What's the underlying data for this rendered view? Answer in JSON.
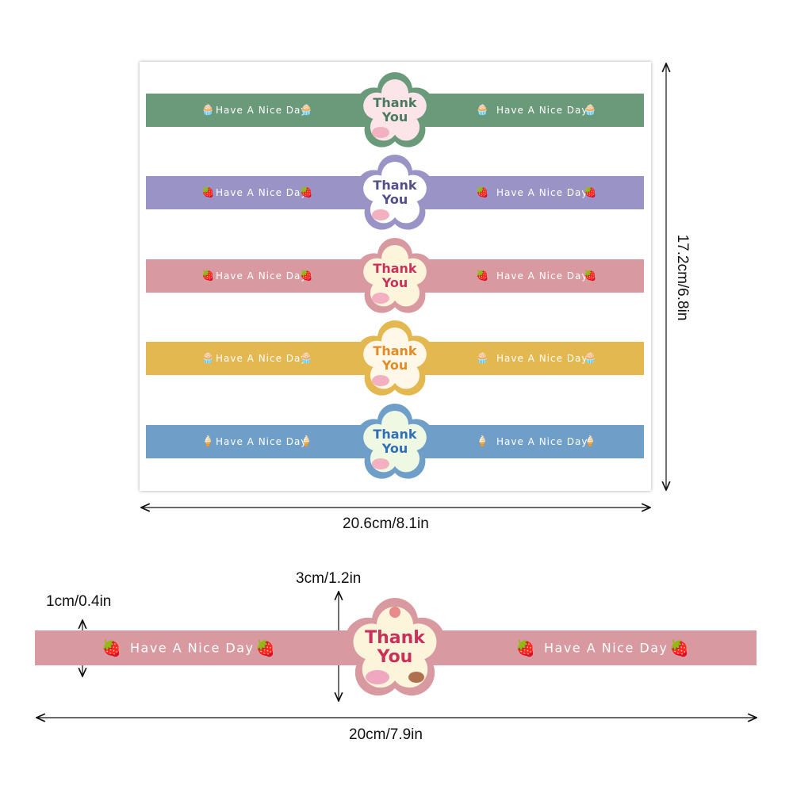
{
  "sheet": {
    "bands": [
      {
        "color": "#6a9a7a",
        "flower_color": "#6a9a7a",
        "center_color": "#fbe5e8",
        "ty_color": "#4a7a5e",
        "text": "Have A Nice Day",
        "deco": "🧁"
      },
      {
        "color": "#9a94c6",
        "flower_color": "#9a94c6",
        "center_color": "#ffffff",
        "ty_color": "#544f8a",
        "text": "Have A Nice Day",
        "deco": "🍓"
      },
      {
        "color": "#d89aa0",
        "flower_color": "#d89aa0",
        "center_color": "#fdf4dc",
        "ty_color": "#c9315a",
        "text": "Have A Nice Day",
        "deco": "🍓"
      },
      {
        "color": "#e4b850",
        "flower_color": "#e4b850",
        "center_color": "#fff7e8",
        "ty_color": "#e58a22",
        "text": "Have A Nice Day",
        "deco": "🧁"
      },
      {
        "color": "#6f9fc8",
        "flower_color": "#6f9fc8",
        "center_color": "#eff8e3",
        "ty_color": "#2f6fb8",
        "text": "Have A Nice Day",
        "deco": "🍦"
      }
    ],
    "thank": "Thank",
    "you": "You"
  },
  "dimensions": {
    "sheet_width": "20.6cm/8.1in",
    "sheet_height": "17.2cm/6.8in",
    "band_height": "1cm/0.4in",
    "badge_height": "3cm/1.2in",
    "band_length": "20cm/7.9in"
  },
  "detail": {
    "color": "#d89aa0",
    "flower_color": "#d89aa0",
    "center_color": "#fdf4dc",
    "ty_color": "#c9315a",
    "text": "Have A Nice Day",
    "deco": "🍓",
    "thank": "Thank",
    "you": "You"
  }
}
